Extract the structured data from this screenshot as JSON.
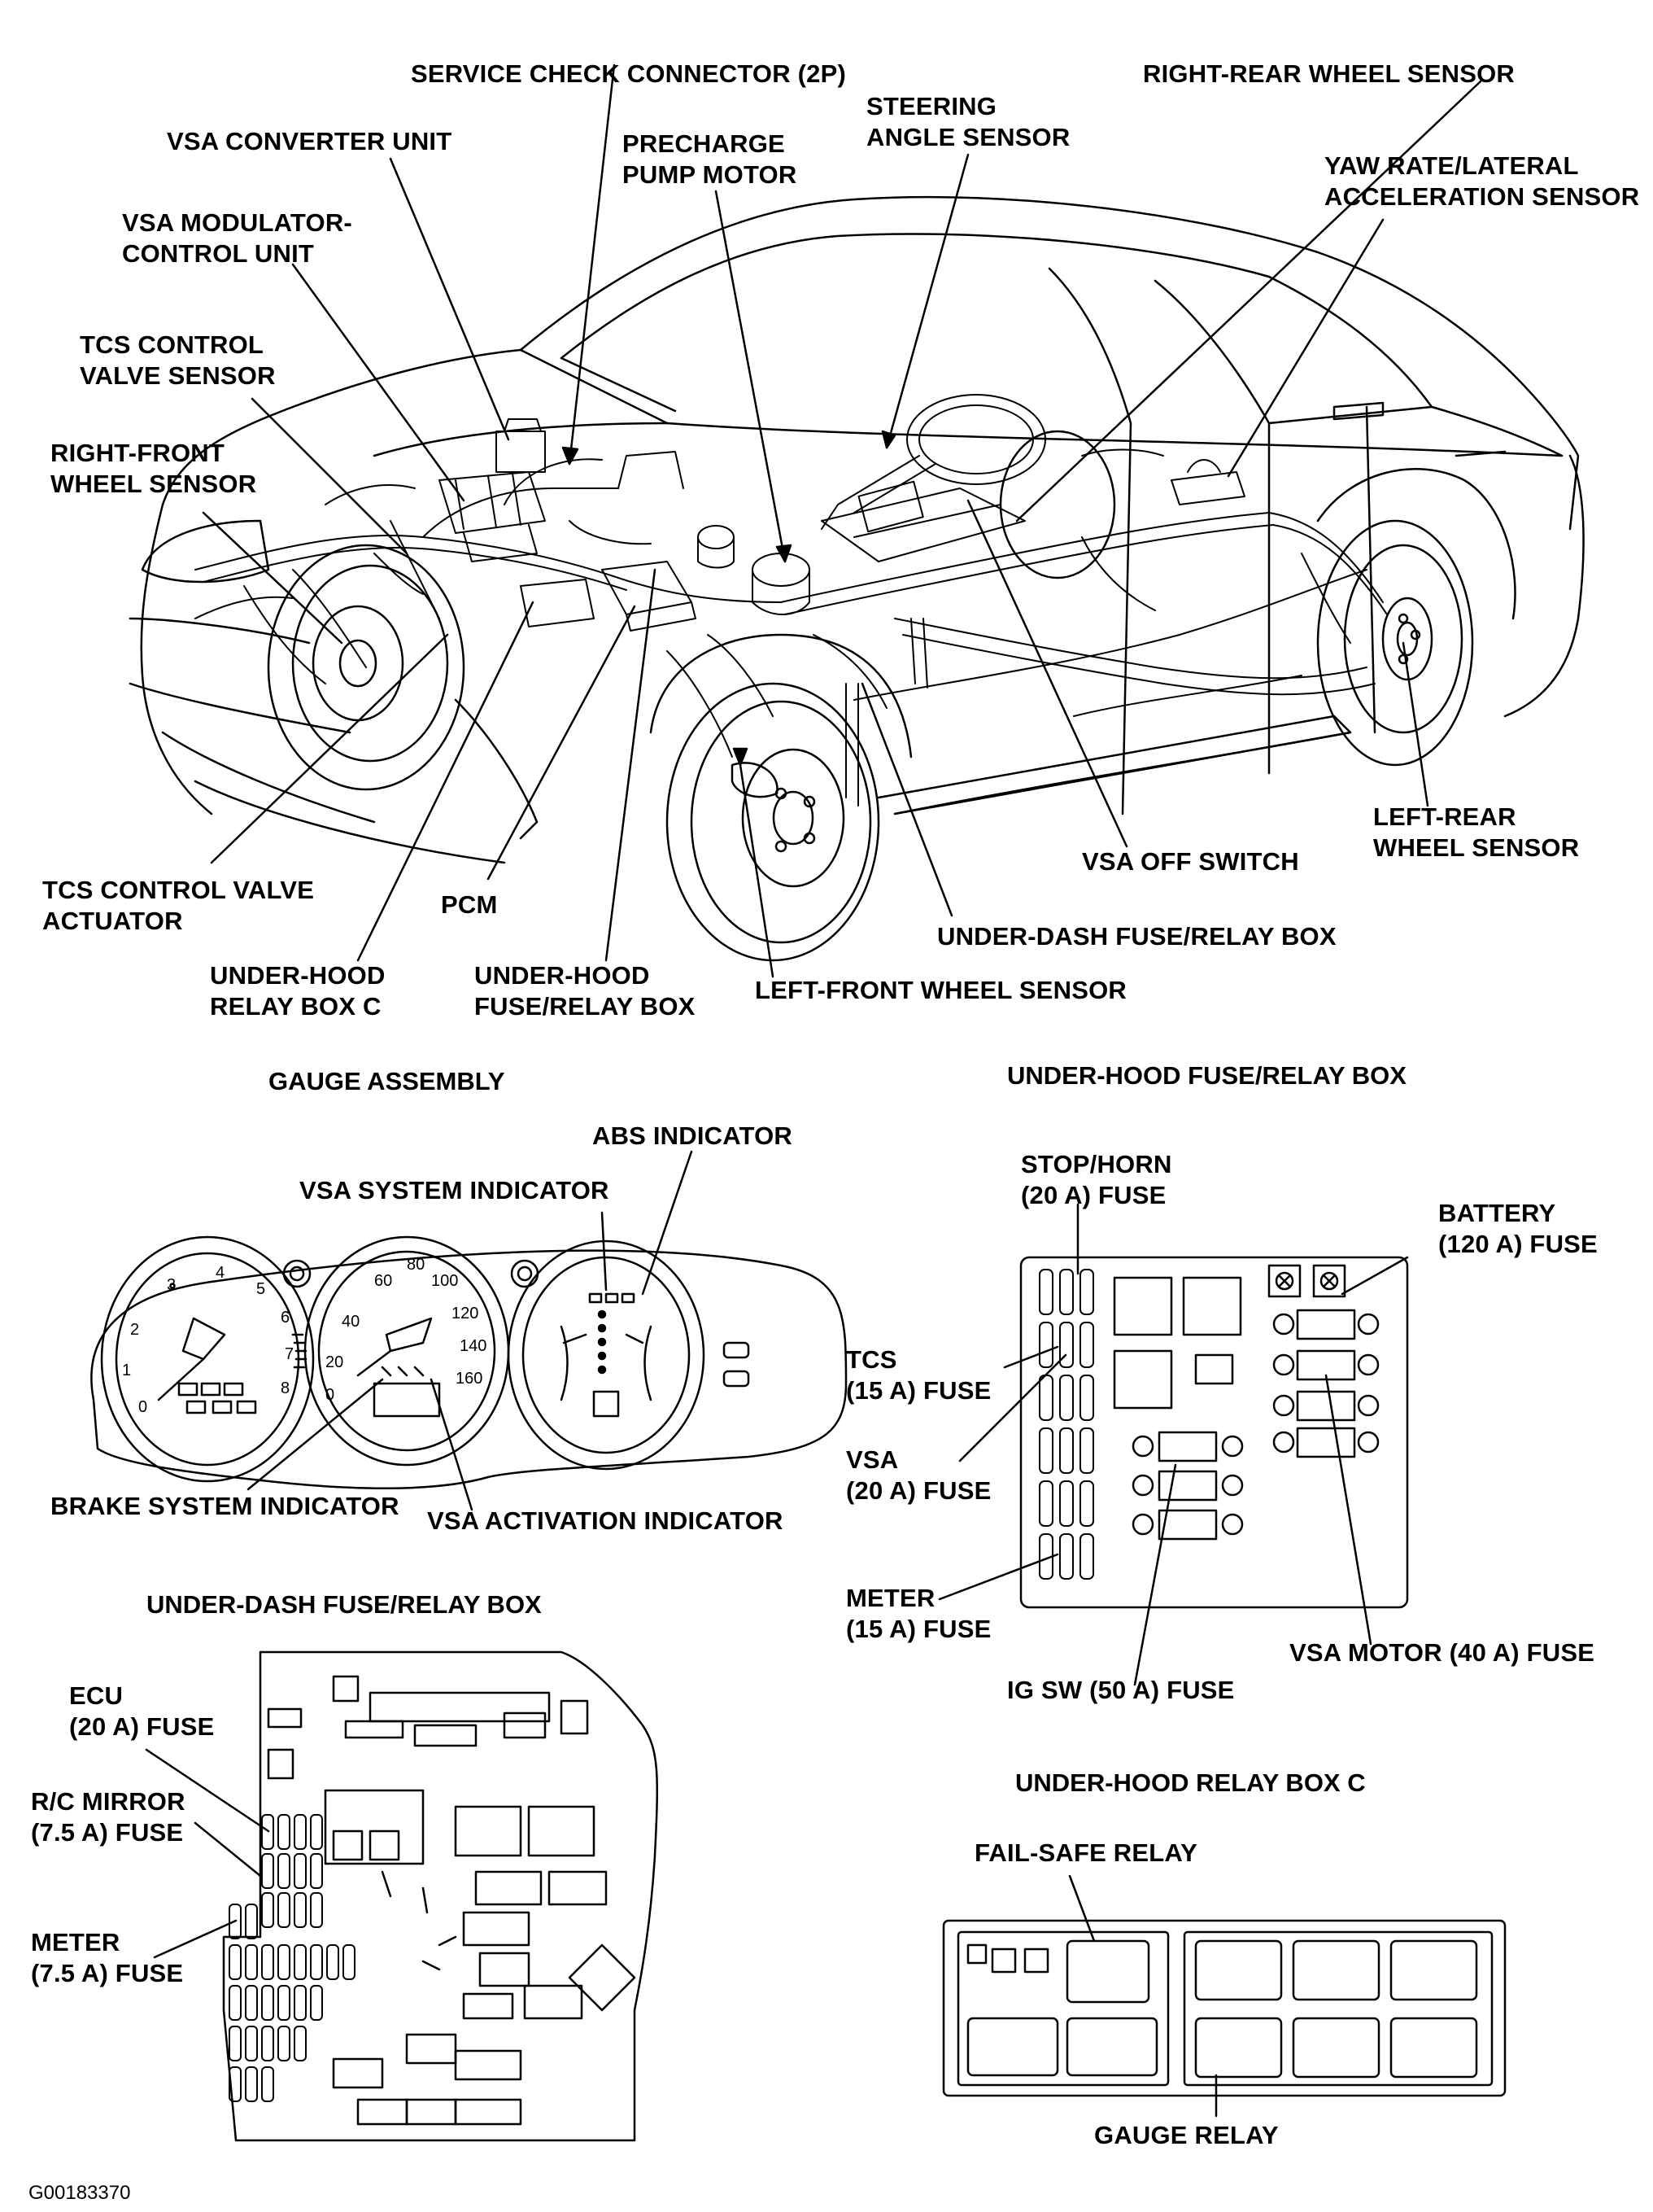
{
  "top_labels": {
    "service_check_connector": "SERVICE CHECK CONNECTOR (2P)",
    "right_rear_wheel_sensor": "RIGHT-REAR WHEEL SENSOR",
    "steering_angle_sensor": "STEERING\nANGLE SENSOR",
    "vsa_converter_unit": "VSA CONVERTER UNIT",
    "precharge_pump_motor": "PRECHARGE\nPUMP MOTOR",
    "yaw_rate_sensor": "YAW RATE/LATERAL\nACCELERATION SENSOR",
    "vsa_modulator_control_unit": "VSA MODULATOR-\nCONTROL UNIT",
    "tcs_control_valve_sensor": "TCS CONTROL\nVALVE SENSOR",
    "right_front_wheel_sensor": "RIGHT-FRONT\nWHEEL SENSOR",
    "left_rear_wheel_sensor": "LEFT-REAR\nWHEEL SENSOR",
    "vsa_off_switch": "VSA OFF SWITCH",
    "tcs_control_valve_actuator": "TCS CONTROL VALVE\nACTUATOR",
    "pcm": "PCM",
    "under_dash_fuse_relay_box": "UNDER-DASH FUSE/RELAY BOX",
    "under_hood_relay_box_c": "UNDER-HOOD\nRELAY BOX C",
    "under_hood_fuse_relay_box": "UNDER-HOOD\nFUSE/RELAY BOX",
    "left_front_wheel_sensor": "LEFT-FRONT WHEEL SENSOR"
  },
  "gauge": {
    "title": "GAUGE ASSEMBLY",
    "abs_indicator": "ABS INDICATOR",
    "vsa_system_indicator": "VSA SYSTEM INDICATOR",
    "brake_system_indicator": "BRAKE SYSTEM INDICATOR",
    "vsa_activation_indicator": "VSA ACTIVATION INDICATOR"
  },
  "uh_fuse_box": {
    "title": "UNDER-HOOD FUSE/RELAY BOX",
    "stop_horn": "STOP/HORN\n(20 A) FUSE",
    "battery": "BATTERY\n(120 A) FUSE",
    "tcs": "TCS\n(15 A) FUSE",
    "vsa": "VSA\n(20 A) FUSE",
    "meter": "METER\n(15 A) FUSE",
    "vsa_motor": "VSA MOTOR (40 A) FUSE",
    "ig_sw": "IG SW (50 A) FUSE"
  },
  "ud_fuse_box": {
    "title": "UNDER-DASH FUSE/RELAY BOX",
    "ecu": "ECU\n(20 A) FUSE",
    "rc_mirror": "R/C MIRROR\n(7.5 A) FUSE",
    "meter": "METER\n(7.5 A) FUSE"
  },
  "relay_box_c": {
    "title": "UNDER-HOOD RELAY BOX C",
    "fail_safe": "FAIL-SAFE RELAY",
    "gauge_relay": "GAUGE RELAY"
  },
  "figure_code": "G00183370"
}
